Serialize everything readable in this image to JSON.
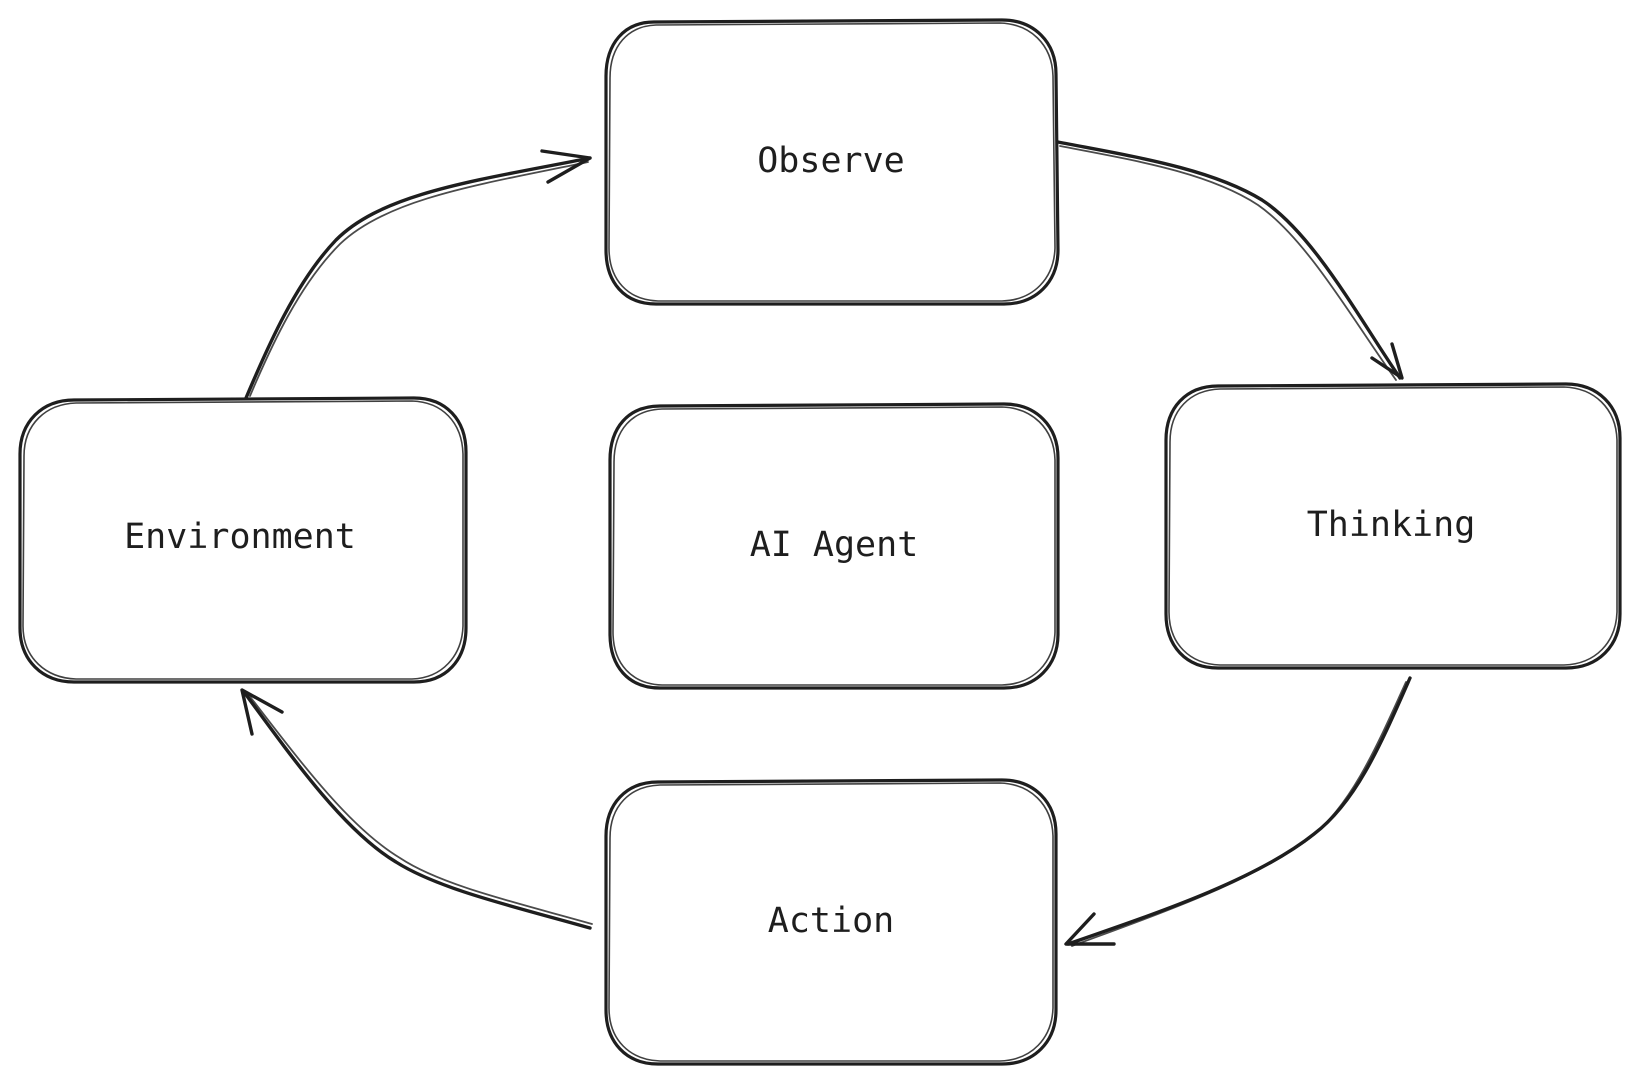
{
  "diagram": {
    "nodes": [
      {
        "id": "observe",
        "label": "Observe"
      },
      {
        "id": "thinking",
        "label": "Thinking"
      },
      {
        "id": "action",
        "label": "Action"
      },
      {
        "id": "environment",
        "label": "Environment"
      },
      {
        "id": "agent",
        "label": "AI Agent"
      }
    ],
    "edges": [
      {
        "from": "observe",
        "to": "thinking"
      },
      {
        "from": "thinking",
        "to": "action"
      },
      {
        "from": "action",
        "to": "environment"
      },
      {
        "from": "environment",
        "to": "observe"
      }
    ],
    "colors": {
      "stroke": "#1e1e1e",
      "fill": "#ffffff",
      "background": "#ffffff"
    }
  }
}
